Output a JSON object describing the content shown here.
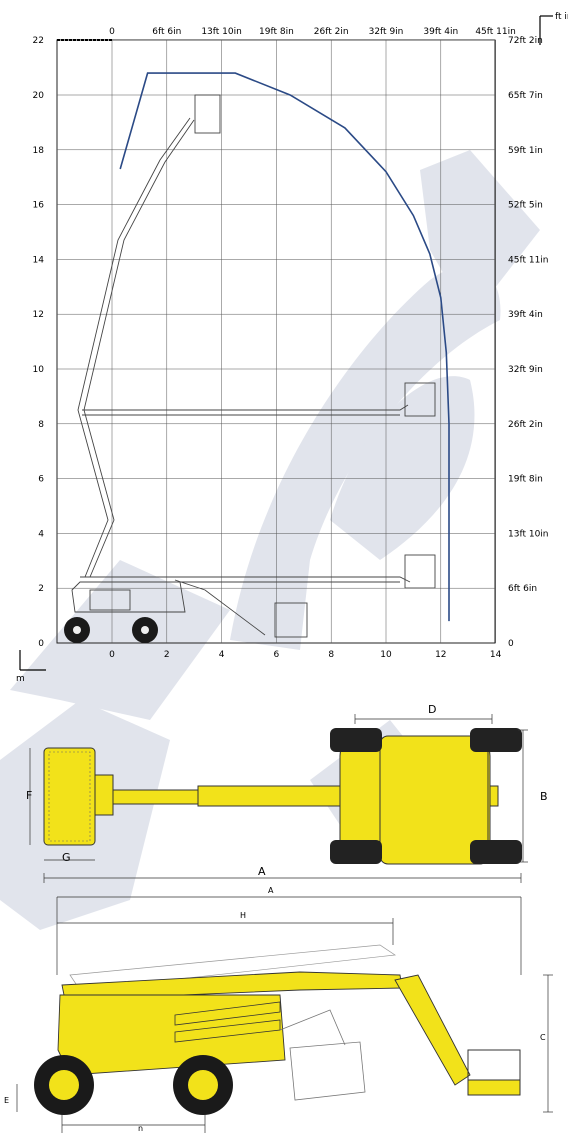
{
  "reach_chart": {
    "x_ticks_ft": [
      "0",
      "6ft 6in",
      "13ft 10in",
      "19ft 8in",
      "26ft 2in",
      "32ft 9in",
      "39ft 4in",
      "45ft 11in"
    ],
    "x_ticks_m": [
      "0",
      "2",
      "4",
      "6",
      "8",
      "10",
      "12",
      "14"
    ],
    "y_ticks_m": [
      "0",
      "2",
      "4",
      "6",
      "8",
      "10",
      "12",
      "14",
      "16",
      "18",
      "20",
      "22"
    ],
    "y_ticks_ft": [
      "0",
      "6ft 6in",
      "13ft 10in",
      "19ft 8in",
      "26ft 2in",
      "32ft 9in",
      "39ft 4in",
      "45ft 11in",
      "52ft 5in",
      "59ft 1in",
      "65ft 7in",
      "72ft 2in"
    ],
    "unit_m": "m",
    "unit_ft": "ft in",
    "envelope_color": "#2b4a86"
  },
  "chart_data": {
    "type": "line",
    "title": "",
    "xlabel": "m",
    "ylabel": "m",
    "xlim": [
      -2,
      14
    ],
    "ylim": [
      0,
      22
    ],
    "grid": true,
    "series": [
      {
        "x": [
          0.3,
          1.3,
          4.5,
          6.5,
          8.5,
          10.0,
          11.0,
          11.6,
          12.0,
          12.2,
          12.3,
          12.3
        ],
        "y": [
          17.3,
          20.8,
          20.8,
          20.0,
          18.8,
          17.2,
          15.6,
          14.2,
          12.6,
          10.6,
          8.0,
          0.8
        ]
      }
    ]
  },
  "top_view": {
    "labels": {
      "A": "A",
      "B": "B",
      "D": "D",
      "F": "F",
      "G": "G"
    },
    "machine_color": "#f2e21a"
  },
  "side_view": {
    "labels": {
      "A": "A",
      "H": "H",
      "C": "C",
      "E": "E",
      "n": "n"
    },
    "machine_color": "#f2e21a"
  },
  "watermark_color": "#d7dbe6"
}
